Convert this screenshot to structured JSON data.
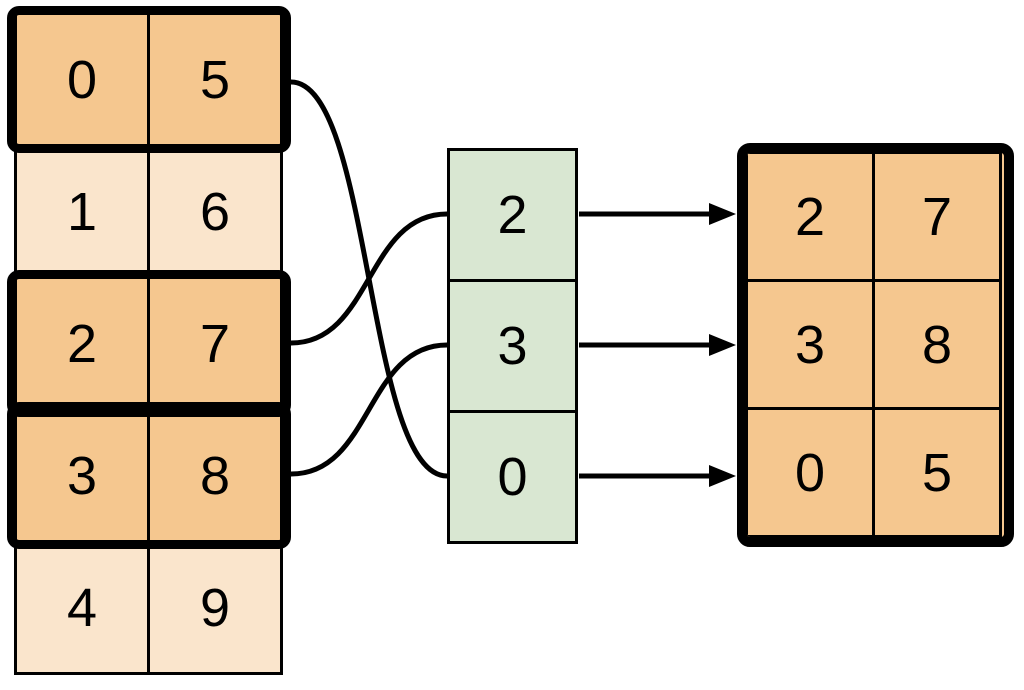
{
  "source_table": {
    "rows": [
      {
        "cells": [
          "0",
          "5"
        ],
        "highlighted": true
      },
      {
        "cells": [
          "1",
          "6"
        ],
        "highlighted": false
      },
      {
        "cells": [
          "2",
          "7"
        ],
        "highlighted": true
      },
      {
        "cells": [
          "3",
          "8"
        ],
        "highlighted": true
      },
      {
        "cells": [
          "4",
          "9"
        ],
        "highlighted": false
      }
    ]
  },
  "index_column": {
    "values": [
      "2",
      "3",
      "0"
    ]
  },
  "result_table": {
    "rows": [
      {
        "cells": [
          "2",
          "7"
        ]
      },
      {
        "cells": [
          "3",
          "8"
        ]
      },
      {
        "cells": [
          "0",
          "5"
        ]
      }
    ]
  },
  "connections": {
    "curves": [
      {
        "from_source_row": 0,
        "to_index_value": "0"
      },
      {
        "from_source_row": 2,
        "to_index_value": "2"
      },
      {
        "from_source_row": 3,
        "to_index_value": "3"
      }
    ],
    "arrows": [
      {
        "from_index_value": "2",
        "to_result_row": 0
      },
      {
        "from_index_value": "3",
        "to_result_row": 1
      },
      {
        "from_index_value": "0",
        "to_result_row": 2
      }
    ]
  },
  "colors": {
    "background": "#FFFFFF",
    "highlight_fill": "#F5C78F",
    "muted_fill": "#FAE5CC",
    "index_fill": "#D9E7D2",
    "line": "#000000"
  }
}
